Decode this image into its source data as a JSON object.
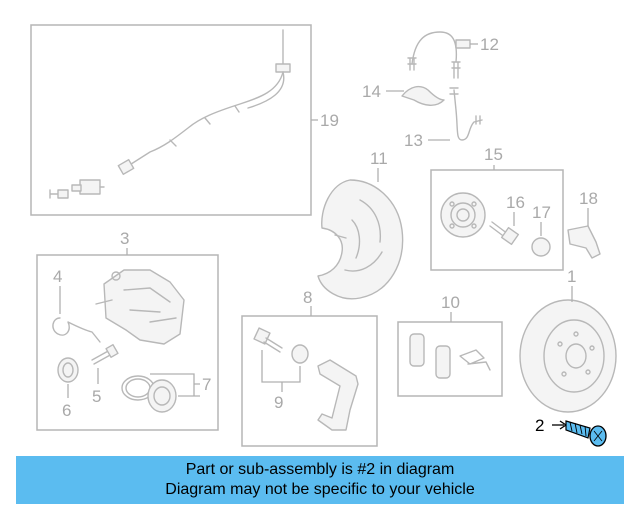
{
  "callouts": {
    "n1": "1",
    "n2": "2",
    "n3": "3",
    "n4": "4",
    "n5": "5",
    "n6": "6",
    "n7": "7",
    "n8": "8",
    "n9": "9",
    "n10": "10",
    "n11": "11",
    "n12": "12",
    "n13": "13",
    "n14": "14",
    "n15": "15",
    "n16": "16",
    "n17": "17",
    "n18": "18",
    "n19": "19"
  },
  "highlighted_part": "2",
  "colors": {
    "banner": "#5bbcf0",
    "highlight_part": "#5bbcf0",
    "line_art": "#b8b8b8"
  },
  "banner": {
    "line1": "Part or sub-assembly is #2 in diagram",
    "line2": "Diagram may not be specific to your vehicle"
  }
}
